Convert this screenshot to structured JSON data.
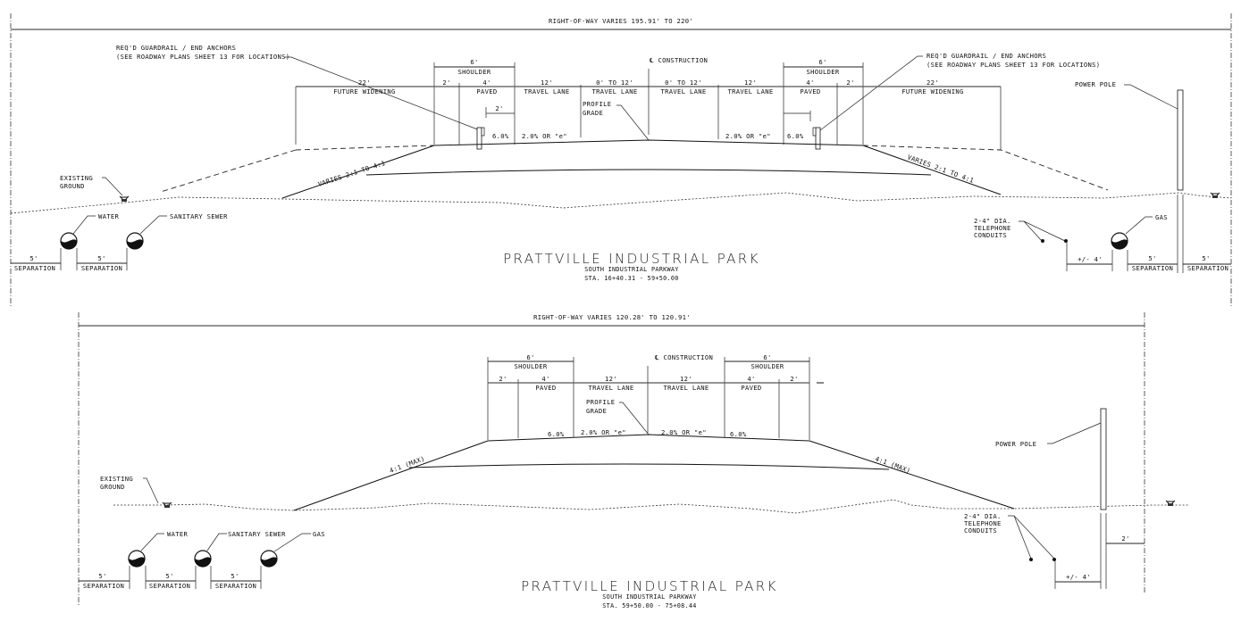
{
  "section_top": {
    "right_of_way": "RIGHT-OF-WAY VARIES 195.91' TO 220'",
    "centerline": "℄ CONSTRUCTION",
    "guardrail_note_line1": "REQ'D GUARDRAIL / END ANCHORS",
    "guardrail_note_line2": "(SEE ROADWAY PLANS SHEET 13 FOR LOCATIONS)",
    "dims": {
      "future_widening_left_w": "22'",
      "future_widening_left": "FUTURE WIDENING",
      "shoulder_left_w": "6'",
      "shoulder_left": "SHOULDER",
      "unpaved_left_w": "2'",
      "paved_left_w": "4'",
      "paved_left": "PAVED",
      "lane1_w": "12'",
      "lane1": "TRAVEL LANE",
      "lane2_w": "0' TO 12'",
      "lane2": "TRAVEL LANE",
      "lane3_w": "0' TO 12'",
      "lane3": "TRAVEL LANE",
      "lane4_w": "12'",
      "lane4": "TRAVEL LANE",
      "paved_right_w": "4'",
      "paved_right": "PAVED",
      "unpaved_right_w": "2'",
      "shoulder_right_w": "6'",
      "shoulder_right": "SHOULDER",
      "future_widening_right_w": "22'",
      "future_widening_right": "FUTURE WIDENING",
      "guardrail_offset_left": "2'"
    },
    "profile_grade_line1": "PROFILE",
    "profile_grade_line2": "GRADE",
    "slope_shoulder_left": "6.0%",
    "slope_lane_left": "2.0% OR \"e\"",
    "slope_lane_right": "2.0% OR \"e\"",
    "slope_shoulder_right": "6.0%",
    "side_slope_left": "VARIES 2:1 TO 4:1",
    "side_slope_right": "VARIES 2:1 TO 4:1",
    "existing_ground_line1": "EXISTING",
    "existing_ground_line2": "GROUND",
    "power_pole": "POWER POLE",
    "water": "WATER",
    "sanitary_sewer": "SANITARY SEWER",
    "gas": "GAS",
    "telephone_line1": "2-4\" DIA.",
    "telephone_line2": "TELEPHONE",
    "telephone_line3": "CONDUITS",
    "sep_dim": "5'",
    "sep_label": "SEPARATION",
    "telephone_offset": "+/- 4'",
    "title": "PRATTVILLE INDUSTRIAL PARK",
    "subtitle": "SOUTH INDUSTRIAL PARKWAY",
    "station": "STA. 16+40.31 - 59+50.00"
  },
  "section_bottom": {
    "right_of_way": "RIGHT-OF-WAY VARIES 120.28' TO 120.91'",
    "centerline": "℄ CONSTRUCTION",
    "dims": {
      "shoulder_left_w": "6'",
      "shoulder_left": "SHOULDER",
      "unpaved_left_w": "2'",
      "paved_left_w": "4'",
      "paved_left": "PAVED",
      "lane1_w": "12'",
      "lane1": "TRAVEL LANE",
      "lane2_w": "12'",
      "lane2": "TRAVEL LANE",
      "paved_right_w": "4'",
      "paved_right": "PAVED",
      "unpaved_right_w": "2'",
      "shoulder_right_w": "6'",
      "shoulder_right": "SHOULDER"
    },
    "profile_grade_line1": "PROFILE",
    "profile_grade_line2": "GRADE",
    "slope_shoulder_left": "6.0%",
    "slope_lane_left": "2.0% OR \"e\"",
    "slope_lane_right": "2.0% OR \"e\"",
    "slope_shoulder_right": "6.0%",
    "side_slope_left": "4:1 (MAX)",
    "side_slope_right": "4:1 (MAX)",
    "existing_ground_line1": "EXISTING",
    "existing_ground_line2": "GROUND",
    "power_pole": "POWER POLE",
    "water": "WATER",
    "sanitary_sewer": "SANITARY SEWER",
    "gas": "GAS",
    "telephone_line1": "2-4\" DIA.",
    "telephone_line2": "TELEPHONE",
    "telephone_line3": "CONDUITS",
    "sep_dim": "5'",
    "sep_label": "SEPARATION",
    "telephone_offset": "+/- 4'",
    "pole_offset": "2'",
    "title": "PRATTVILLE INDUSTRIAL PARK",
    "subtitle": "SOUTH INDUSTRIAL PARKWAY",
    "station": "STA. 59+50.00 - 75+08.44"
  }
}
